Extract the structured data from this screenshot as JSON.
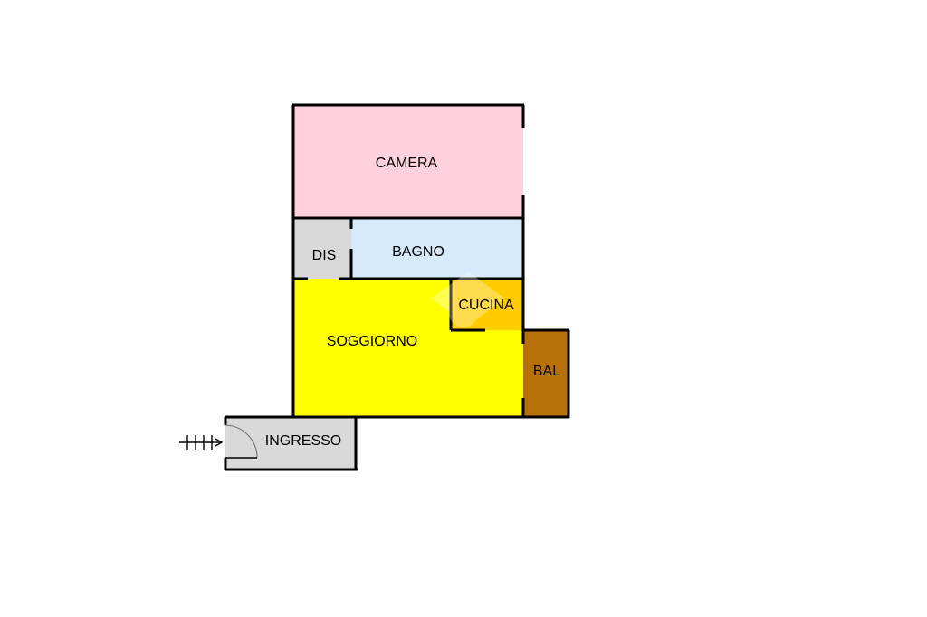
{
  "floor_plan": {
    "colors": {
      "camera": "#ffd1dc",
      "dis": "#d9d9d9",
      "bagno": "#d6eafb",
      "soggiorno": "#ffff00",
      "cucina": "#ffcc00",
      "bal": "#b8700a",
      "ingresso": "#d9d9d9",
      "walls": "#000000"
    },
    "rooms": {
      "camera": "CAMERA",
      "dis": "DIS",
      "bagno": "BAGNO",
      "cucina": "CUCINA",
      "soggiorno": "SOGGIORNO",
      "bal": "BAL",
      "ingresso": "INGRESSO"
    },
    "icons": {
      "entrance": "entrance-arrow-icon",
      "door": "door-swing-icon",
      "watermark": "watermark-logo-icon"
    }
  }
}
